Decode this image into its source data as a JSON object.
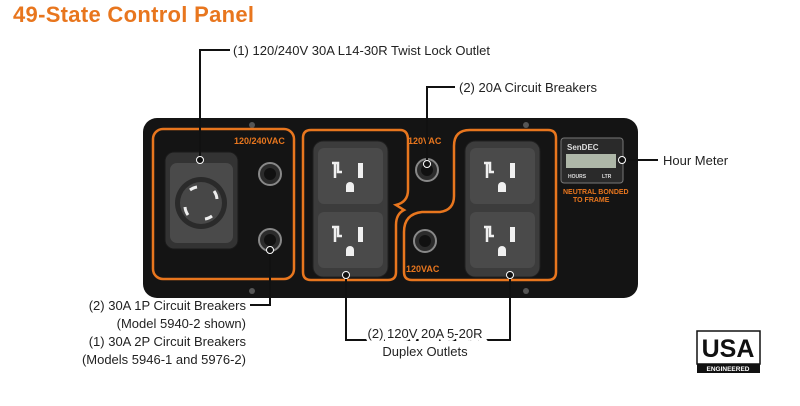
{
  "title": "49-State Control Panel",
  "panel": {
    "label_120_240": "120/240VAC",
    "label_120_top": "120VAC",
    "label_120_bottom": "120VAC",
    "meter_brand": "SenDEC",
    "meter_hours": "HOURS",
    "meter_side": "LTR",
    "neutral_line1": "NEUTRAL BONDED",
    "neutral_line2": "TO FRAME"
  },
  "callouts": {
    "twist_lock": "(1) 120/240V 30A L14-30R Twist Lock Outlet",
    "circuit_breakers_20a": "(2) 20A Circuit Breakers",
    "hour_meter": "Hour Meter",
    "breakers_30a": [
      "(2) 30A 1P Circuit Breakers",
      "(Model 5940-2 shown)",
      "(1) 30A 2P Circuit Breakers",
      "(Models 5946-1 and 5976-2)"
    ],
    "duplex": [
      "(2) 120V 20A 5-20R",
      "Duplex Outlets"
    ]
  },
  "logo": {
    "letters": "USA",
    "sub": "ENGINEERED"
  },
  "colors": {
    "accent": "#e8761e",
    "panel": "#141414",
    "outlet": "#3c3c3c"
  }
}
